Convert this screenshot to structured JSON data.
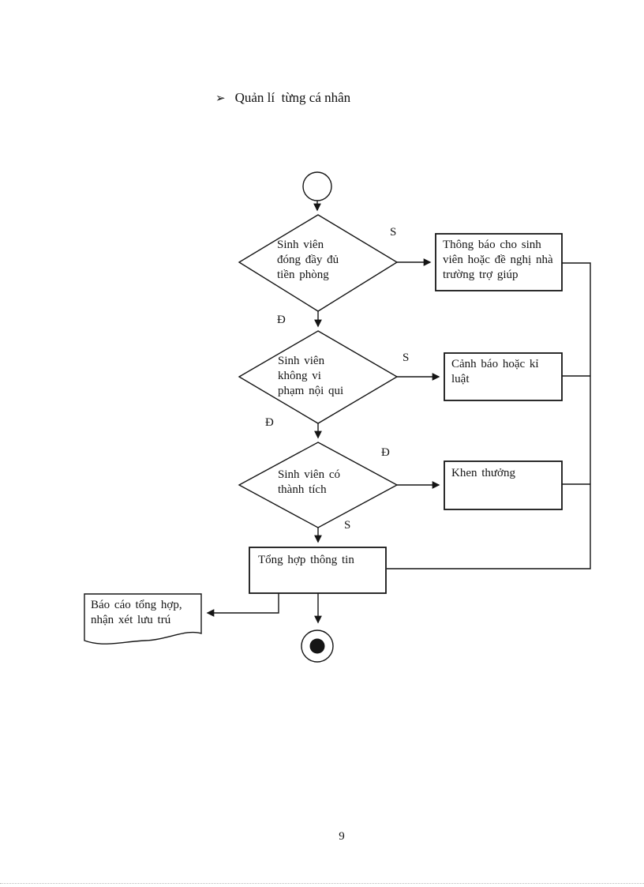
{
  "page": {
    "header": {
      "bullet": "➢",
      "title": "Quản lí  từng cá nhân"
    },
    "page_number": "9"
  },
  "colors": {
    "ink": "#151515",
    "paper": "#ffffff"
  },
  "flowchart": {
    "start_node": "start",
    "end_node": "end",
    "decisions": [
      {
        "text": "Sinh viên đóng đầy đủ tiền phòng",
        "right_label": "S",
        "down_label": "Đ"
      },
      {
        "text": "Sinh viên không vi phạm nội qui",
        "right_label": "S",
        "down_label": "Đ"
      },
      {
        "text": "Sinh viên có thành tích",
        "right_label": "Đ",
        "down_label": "S"
      }
    ],
    "processes": [
      {
        "text": "Thông báo cho sinh viên hoặc đề nghị nhà trường trợ giúp"
      },
      {
        "text": "Cảnh báo hoặc kỉ luật"
      },
      {
        "text": "Khen thưởng"
      },
      {
        "text": "Tổng hợp thông tin"
      }
    ],
    "document": {
      "text": "Báo cáo tổng hợp, nhận xét lưu trú"
    }
  }
}
